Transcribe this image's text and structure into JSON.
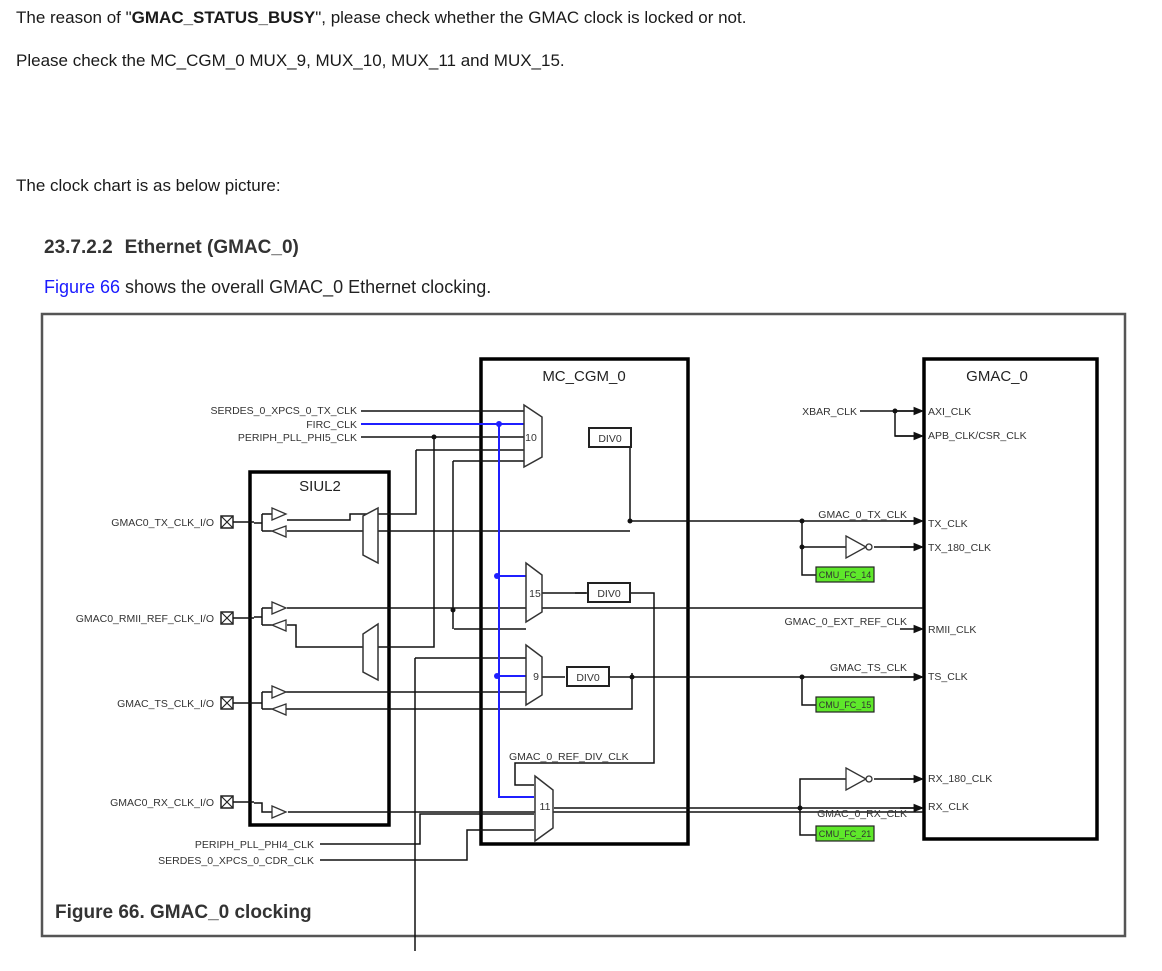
{
  "paragraphs": {
    "p1_before": "The reason of \"",
    "p1_bold": "GMAC_STATUS_BUSY",
    "p1_after": "\", please check whether the GMAC clock is locked or not.",
    "p2": "Please check the MC_CGM_0  MUX_9, MUX_10, MUX_11 and MUX_15.",
    "p3": "The clock chart is as below picture:"
  },
  "section": {
    "number": "23.7.2.2",
    "title": "Ethernet (GMAC_0)",
    "intro_link": "Figure 66",
    "intro_text": " shows the overall GMAC_0 Ethernet clocking."
  },
  "figure": {
    "caption": "Figure 66.  GMAC_0 clocking",
    "blocks": {
      "mc_cgm": "MC_CGM_0",
      "gmac": "GMAC_0",
      "siul2": "SIUL2"
    },
    "top_inputs": [
      "SERDES_0_XPCS_0_TX_CLK",
      "FIRC_CLK",
      "PERIPH_PLL_PHI5_CLK"
    ],
    "bottom_inputs": [
      "PERIPH_PLL_PHI4_CLK",
      "SERDES_0_XPCS_0_CDR_CLK"
    ],
    "pads": [
      "GMAC0_TX_CLK_I/O",
      "GMAC0_RMII_REF_CLK_I/O",
      "GMAC_TS_CLK_I/O",
      "GMAC0_RX_CLK_I/O"
    ],
    "muxes": [
      "10",
      "15",
      "9",
      "11"
    ],
    "dividers": [
      "DIV0",
      "DIV0",
      "DIV0"
    ],
    "internal_signals": {
      "xbar": "XBAR_CLK",
      "tx": "GMAC_0_TX_CLK",
      "ext_ref": "GMAC_0_EXT_REF_CLK",
      "ts": "GMAC_TS_CLK",
      "rx": "GMAC_0_RX_CLK",
      "ref_div": "GMAC_0_REF_DIV_CLK"
    },
    "gmac_ports": [
      "AXI_CLK",
      "APB_CLK/CSR_CLK",
      "TX_CLK",
      "TX_180_CLK",
      "RMII_CLK",
      "TS_CLK",
      "RX_180_CLK",
      "RX_CLK"
    ],
    "monitors": [
      "CMU_FC_14",
      "CMU_FC_15",
      "CMU_FC_21"
    ],
    "colors": {
      "firc_wire": "#1f1fff",
      "monitor_fill": "#5ee82a",
      "link": "#1a1aff"
    }
  }
}
